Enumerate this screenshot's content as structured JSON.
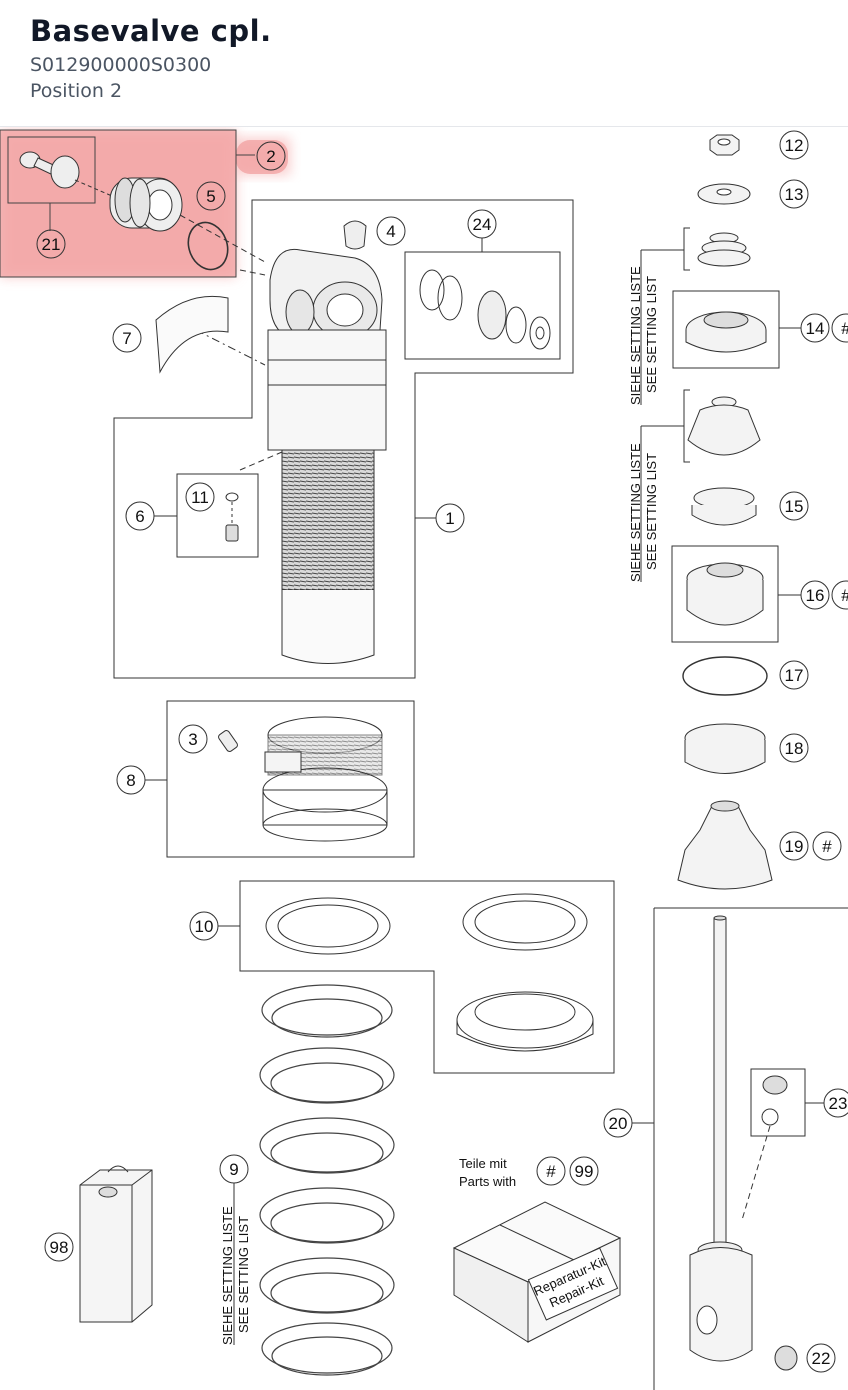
{
  "header": {
    "title": "Basevalve cpl.",
    "part_number": "S012900000S0300",
    "position": "Position 2"
  },
  "diagram": {
    "callouts": {
      "c1": "1",
      "c2": "2",
      "c3": "3",
      "c4": "4",
      "c5": "5",
      "c6": "6",
      "c7": "7",
      "c8": "8",
      "c9": "9",
      "c10": "10",
      "c11": "11",
      "c12": "12",
      "c13": "13",
      "c14": "14",
      "c15": "15",
      "c16": "16",
      "c17": "17",
      "c18": "18",
      "c19": "19",
      "c20": "20",
      "c21": "21",
      "c22": "22",
      "c23": "23",
      "c24": "24",
      "c98": "98",
      "c99": "99",
      "hash": "#"
    },
    "setting_list_de": "SIEHE SETTING LISTE",
    "setting_list_en": "SEE SETTING LIST",
    "parts_with_de": "Teile mit",
    "parts_with_en": "Parts with",
    "kit_de": "Reparatur-Kit",
    "kit_en": "Repair-Kit",
    "highlighted_part": "2",
    "highlight_color": "#f4a3a3"
  }
}
